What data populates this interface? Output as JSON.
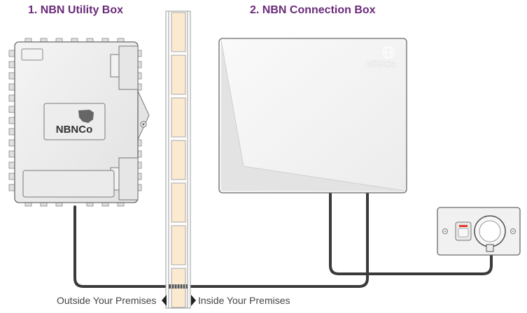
{
  "titles": {
    "utility_box": "1. NBN Utility Box",
    "connection_box": "2. NBN Connection Box"
  },
  "labels": {
    "outside": "Outside Your Premises",
    "inside": "Inside Your Premises"
  },
  "logos": {
    "utility_box": "NBNCo",
    "connection_box": "NBNCo"
  },
  "colors": {
    "title": "#6b2a7a",
    "cable": "#3a3a3a",
    "wall_fill": "#fbe9d0",
    "box_fill": "#eeeeee"
  }
}
